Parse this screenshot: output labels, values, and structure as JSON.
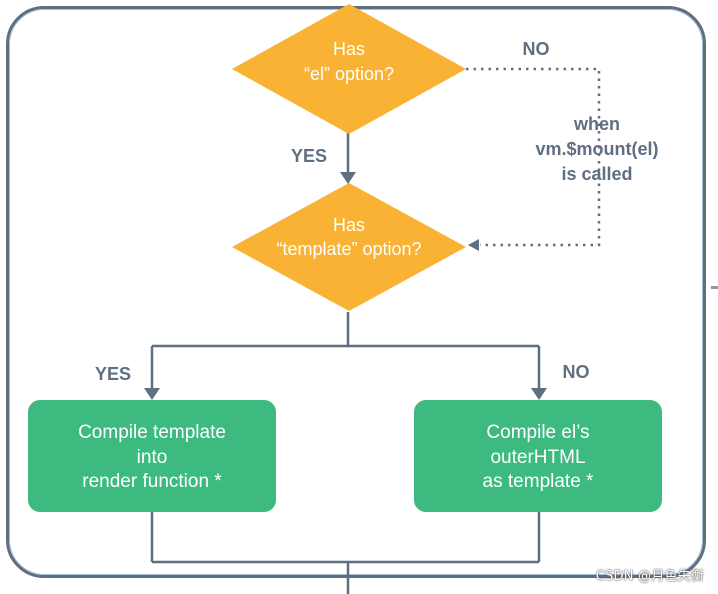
{
  "colors": {
    "decision_fill": "#f9b233",
    "process_fill": "#3dba7f",
    "connector": "#5f6f82",
    "label_gray": "#5f6f82",
    "text_white": "#ffffff"
  },
  "decisions": {
    "has_el": {
      "line1": "Has",
      "line2": "“el” option?"
    },
    "has_template": {
      "line1": "Has",
      "line2": "“template” option?"
    }
  },
  "edge_labels": {
    "el_no": "NO",
    "el_yes": "YES",
    "mount_line1": "when",
    "mount_line2": "vm.$mount(el)",
    "mount_line3": "is called",
    "template_yes": "YES",
    "template_no": "NO"
  },
  "processes": {
    "compile_template": {
      "line1": "Compile template",
      "line2": "into",
      "line3": "render function *"
    },
    "compile_el": {
      "line1": "Compile el’s",
      "line2": "outerHTML",
      "line3": "as template *"
    }
  },
  "watermark": "CSDN @月色失衡"
}
